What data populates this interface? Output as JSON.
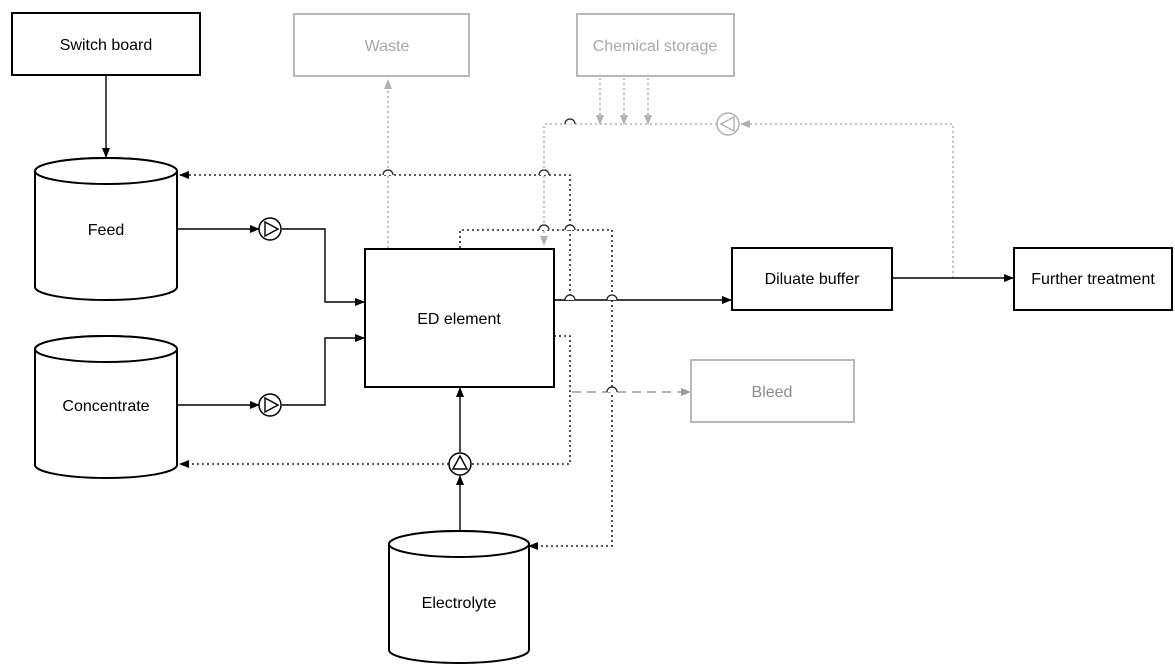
{
  "colors": {
    "primary": "#000000",
    "inactive": "#b8b8b8",
    "inactive_text": "#a8a8a8",
    "bleed_text": "#8c8c8c"
  },
  "nodes": {
    "switch_board": "Switch board",
    "waste": "Waste",
    "chemical_storage": "Chemical storage",
    "feed": "Feed",
    "concentrate": "Concentrate",
    "ed_element": "ED element",
    "diluate_buffer": "Diluate buffer",
    "further_treatment": "Further treatment",
    "bleed": "Bleed",
    "electrolyte": "Electrolyte"
  },
  "icons": {
    "pump": "pump-icon",
    "arrow": "arrowhead-icon"
  }
}
